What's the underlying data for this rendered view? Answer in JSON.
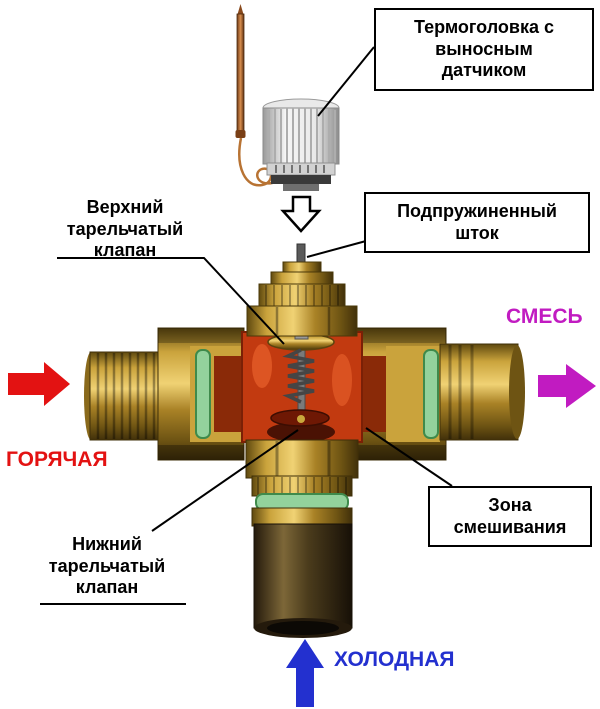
{
  "labels": {
    "thermo_head": {
      "lines": [
        "Термоголовка с",
        "выносным",
        "датчиком"
      ]
    },
    "upper_valve": {
      "lines": [
        "Верхний",
        "тарельчатый",
        "клапан"
      ]
    },
    "spring_stem": {
      "lines": [
        "Подпружиненный",
        "шток"
      ]
    },
    "mixing_zone": {
      "lines": [
        "Зона",
        "смешивания"
      ]
    },
    "lower_valve": {
      "lines": [
        "Нижний",
        "тарельчатый",
        "клапан"
      ]
    },
    "flow_mix": "СМЕСЬ",
    "flow_hot": "ГОРЯЧАЯ",
    "flow_cold": "ХОЛОДНАЯ"
  },
  "colors": {
    "mix_arrow": "#c11bc1",
    "hot_arrow": "#e31212",
    "cold_arrow": "#2330cf",
    "leader_line": "#000000",
    "background": "#ffffff",
    "brass": "#caa33c",
    "interior_red": "#c23a10",
    "gasket_green": "#93d29c"
  }
}
